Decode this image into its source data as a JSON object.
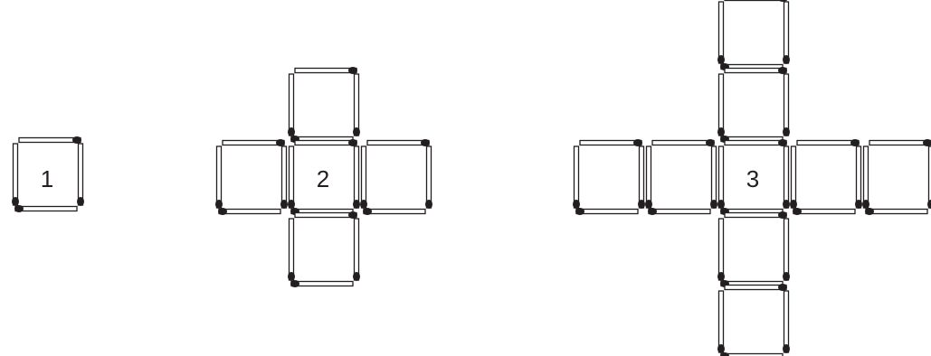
{
  "figures": [
    {
      "label": "1",
      "squares": [
        [
          0,
          0
        ]
      ]
    },
    {
      "label": "2",
      "squares": [
        [
          0,
          -1
        ],
        [
          -1,
          0
        ],
        [
          0,
          0
        ],
        [
          1,
          0
        ],
        [
          0,
          1
        ]
      ]
    },
    {
      "label": "3",
      "squares": [
        [
          0,
          -2
        ],
        [
          0,
          -1
        ],
        [
          -2,
          0
        ],
        [
          -1,
          0
        ],
        [
          0,
          0
        ],
        [
          1,
          0
        ],
        [
          2,
          0
        ],
        [
          0,
          1
        ],
        [
          0,
          2
        ]
      ]
    }
  ],
  "colors": {
    "stick": "#231f20",
    "stick_fill": "#ffffff",
    "head": "#231f20",
    "background": "#ffffff"
  },
  "icon": "matchstick"
}
